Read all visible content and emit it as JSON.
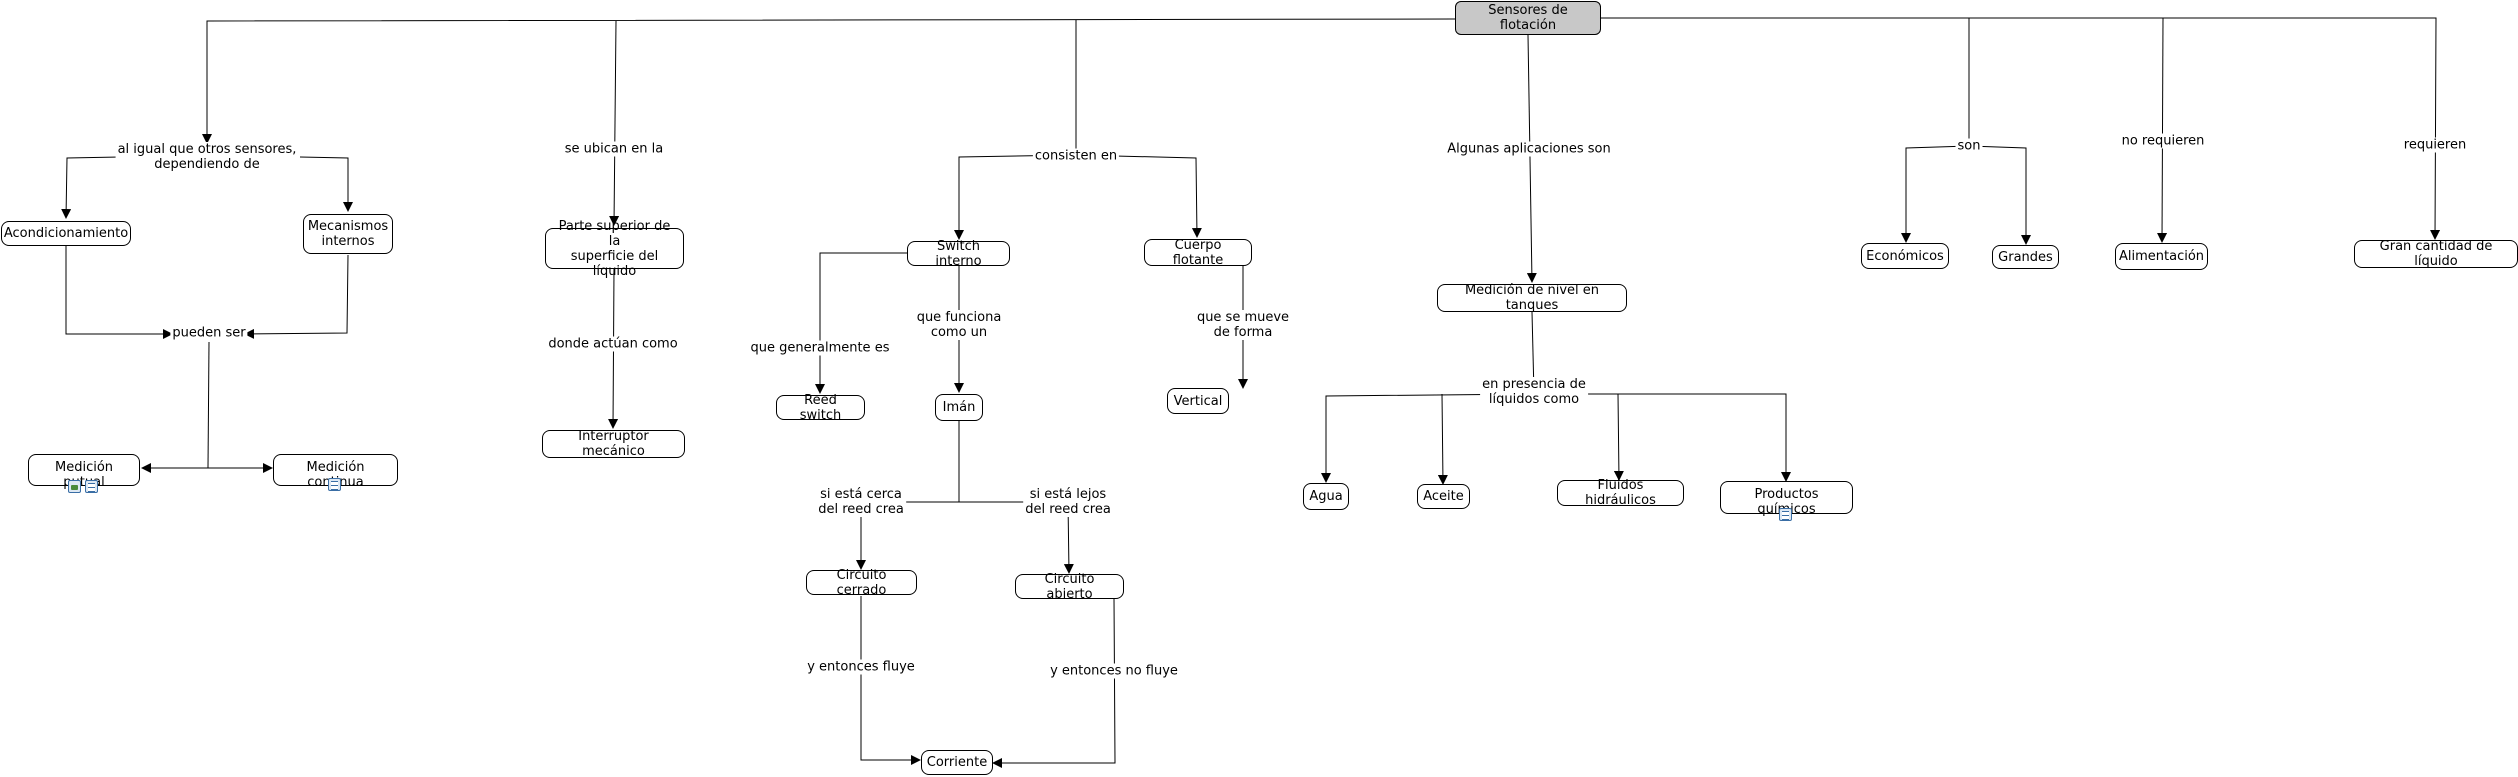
{
  "nodes": {
    "root": "Sensores de flotación",
    "acondicionamiento": "Acondicionamiento",
    "mecanismos": "Mecanismos\ninternos",
    "puntual": "Medición putual",
    "continua": "Medición continua",
    "parte_superior": "Parte superior de la\nsuperficie del líquido",
    "interruptor": "Interruptor mecánico",
    "switch_interno": "Switch interno",
    "reed_switch": "Reed switch",
    "iman": "Imán",
    "circuito_cerrado": "Circuito cerrado",
    "circuito_abierto": "Circuito abierto",
    "corriente": "Corriente",
    "cuerpo_flotante": "Cuerpo flotante",
    "vertical": "Vertical",
    "medicion_nivel": "Medición de nivel en tanques",
    "agua": "Agua",
    "aceite": "Aceite",
    "fluidos": "Fluidos hidráulicos",
    "quimicos": "Productos químicos",
    "economicos": "Económicos",
    "grandes": "Grandes",
    "alimentacion": "Alimentación",
    "gran_cantidad": "Gran cantidad de líquido"
  },
  "links": {
    "al_igual": "al igual que otros sensores,\ndependiendo de",
    "pueden_ser": "pueden ser",
    "se_ubican": "se ubican en la",
    "donde_actuan": "donde actúan como",
    "consisten": "consisten en",
    "generalmente": "que generalmente es",
    "funciona": "que funciona\ncomo un",
    "cerca": "si está cerca\ndel reed crea",
    "lejos": "si está lejos\ndel reed crea",
    "fluye": "y entonces fluye",
    "no_fluye": "y entonces no fluye",
    "se_mueve": "que se mueve\nde forma",
    "aplicaciones": "Algunas aplicaciones son",
    "presencia": "en presencia de\nlíquidos como",
    "son": "son",
    "no_requieren": "no requieren",
    "requieren": "requieren"
  },
  "icons": {
    "puntual": [
      "image-icon",
      "document-icon"
    ],
    "continua": [
      "document-icon"
    ],
    "quimicos": [
      "document-icon"
    ]
  },
  "colors": {
    "root_fill": "#c8c8c8",
    "node_fill": "#ffffff",
    "line": "#000000"
  }
}
